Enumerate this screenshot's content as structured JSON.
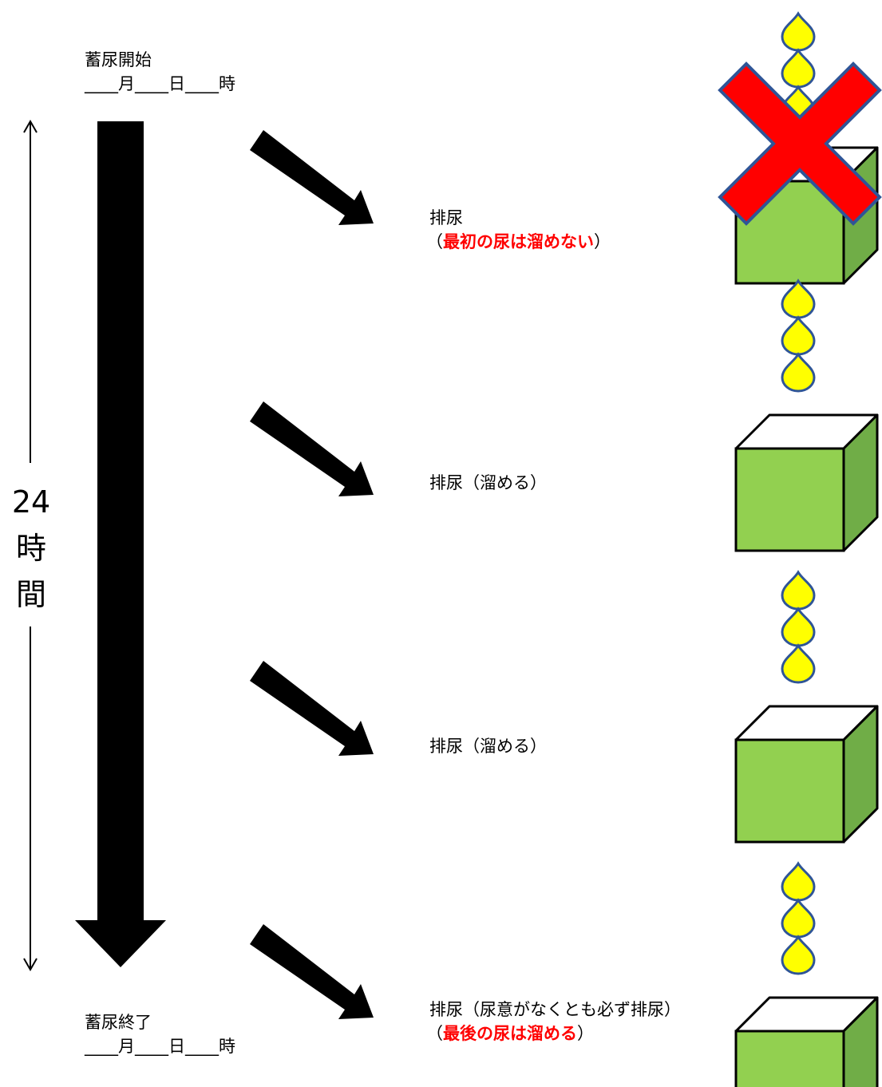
{
  "start": {
    "label": "蓄尿開始",
    "datetime": "____月____日____時"
  },
  "end": {
    "label": "蓄尿終了",
    "datetime": "____月____日____時"
  },
  "duration": {
    "number": "24",
    "char1": "時",
    "char2": "間"
  },
  "steps": [
    {
      "line1": "排尿",
      "line2_open": "（",
      "line2_note": "最初の尿は溜めない",
      "line2_close": "）",
      "collected": false
    },
    {
      "line1": "排尿（溜める）",
      "collected": true
    },
    {
      "line1": "排尿（溜める）",
      "collected": true
    },
    {
      "line1": "排尿（尿意がなくとも必ず排尿）",
      "line2_open": "（",
      "line2_note": "最後の尿は溜める",
      "line2_close": "）",
      "collected": true
    }
  ],
  "colors": {
    "arrow": "#000000",
    "box_front": "#92d050",
    "box_side": "#70ad47",
    "box_top": "#ffffff",
    "drop_fill": "#ffff00",
    "drop_stroke": "#2f5597",
    "cross_fill": "#ff0000",
    "cross_stroke": "#2f5597",
    "note_text": "#ff0000"
  },
  "icons": {
    "drop": "urine-drop-icon",
    "container": "urine-container-icon",
    "cross": "cross-mark-icon"
  }
}
